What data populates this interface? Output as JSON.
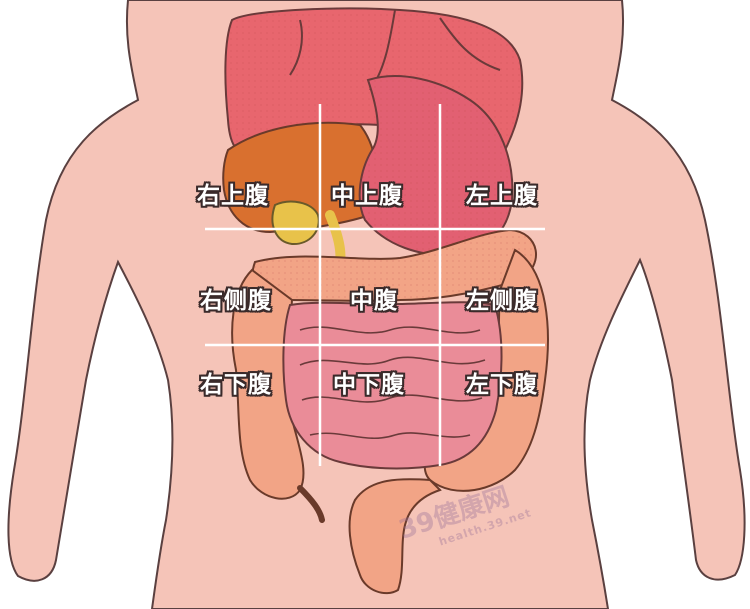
{
  "colors": {
    "skin": "#f5c4b8",
    "liver": "#e8666e",
    "stomach": "#e26072",
    "colon": "#f2a486",
    "small_intestine": "#ea8c98",
    "gallbladder": "#e8c24a",
    "pancreas": "#d9702f",
    "grid_line": "#ffffff",
    "label_text": "#ffffff",
    "label_outline": "#3a2a2a"
  },
  "regions": [
    {
      "id": "right-upper",
      "label": "右上腹"
    },
    {
      "id": "epigastric",
      "label": "中上腹"
    },
    {
      "id": "left-upper",
      "label": "左上腹"
    },
    {
      "id": "right-lateral",
      "label": "右侧腹"
    },
    {
      "id": "umbilical",
      "label": "中腹"
    },
    {
      "id": "left-lateral",
      "label": "左侧腹"
    },
    {
      "id": "right-lower",
      "label": "右下腹"
    },
    {
      "id": "hypogastric",
      "label": "中下腹"
    },
    {
      "id": "left-lower",
      "label": "左下腹"
    }
  ],
  "watermark": {
    "main": "39健康网",
    "sub": "health.39.net"
  }
}
